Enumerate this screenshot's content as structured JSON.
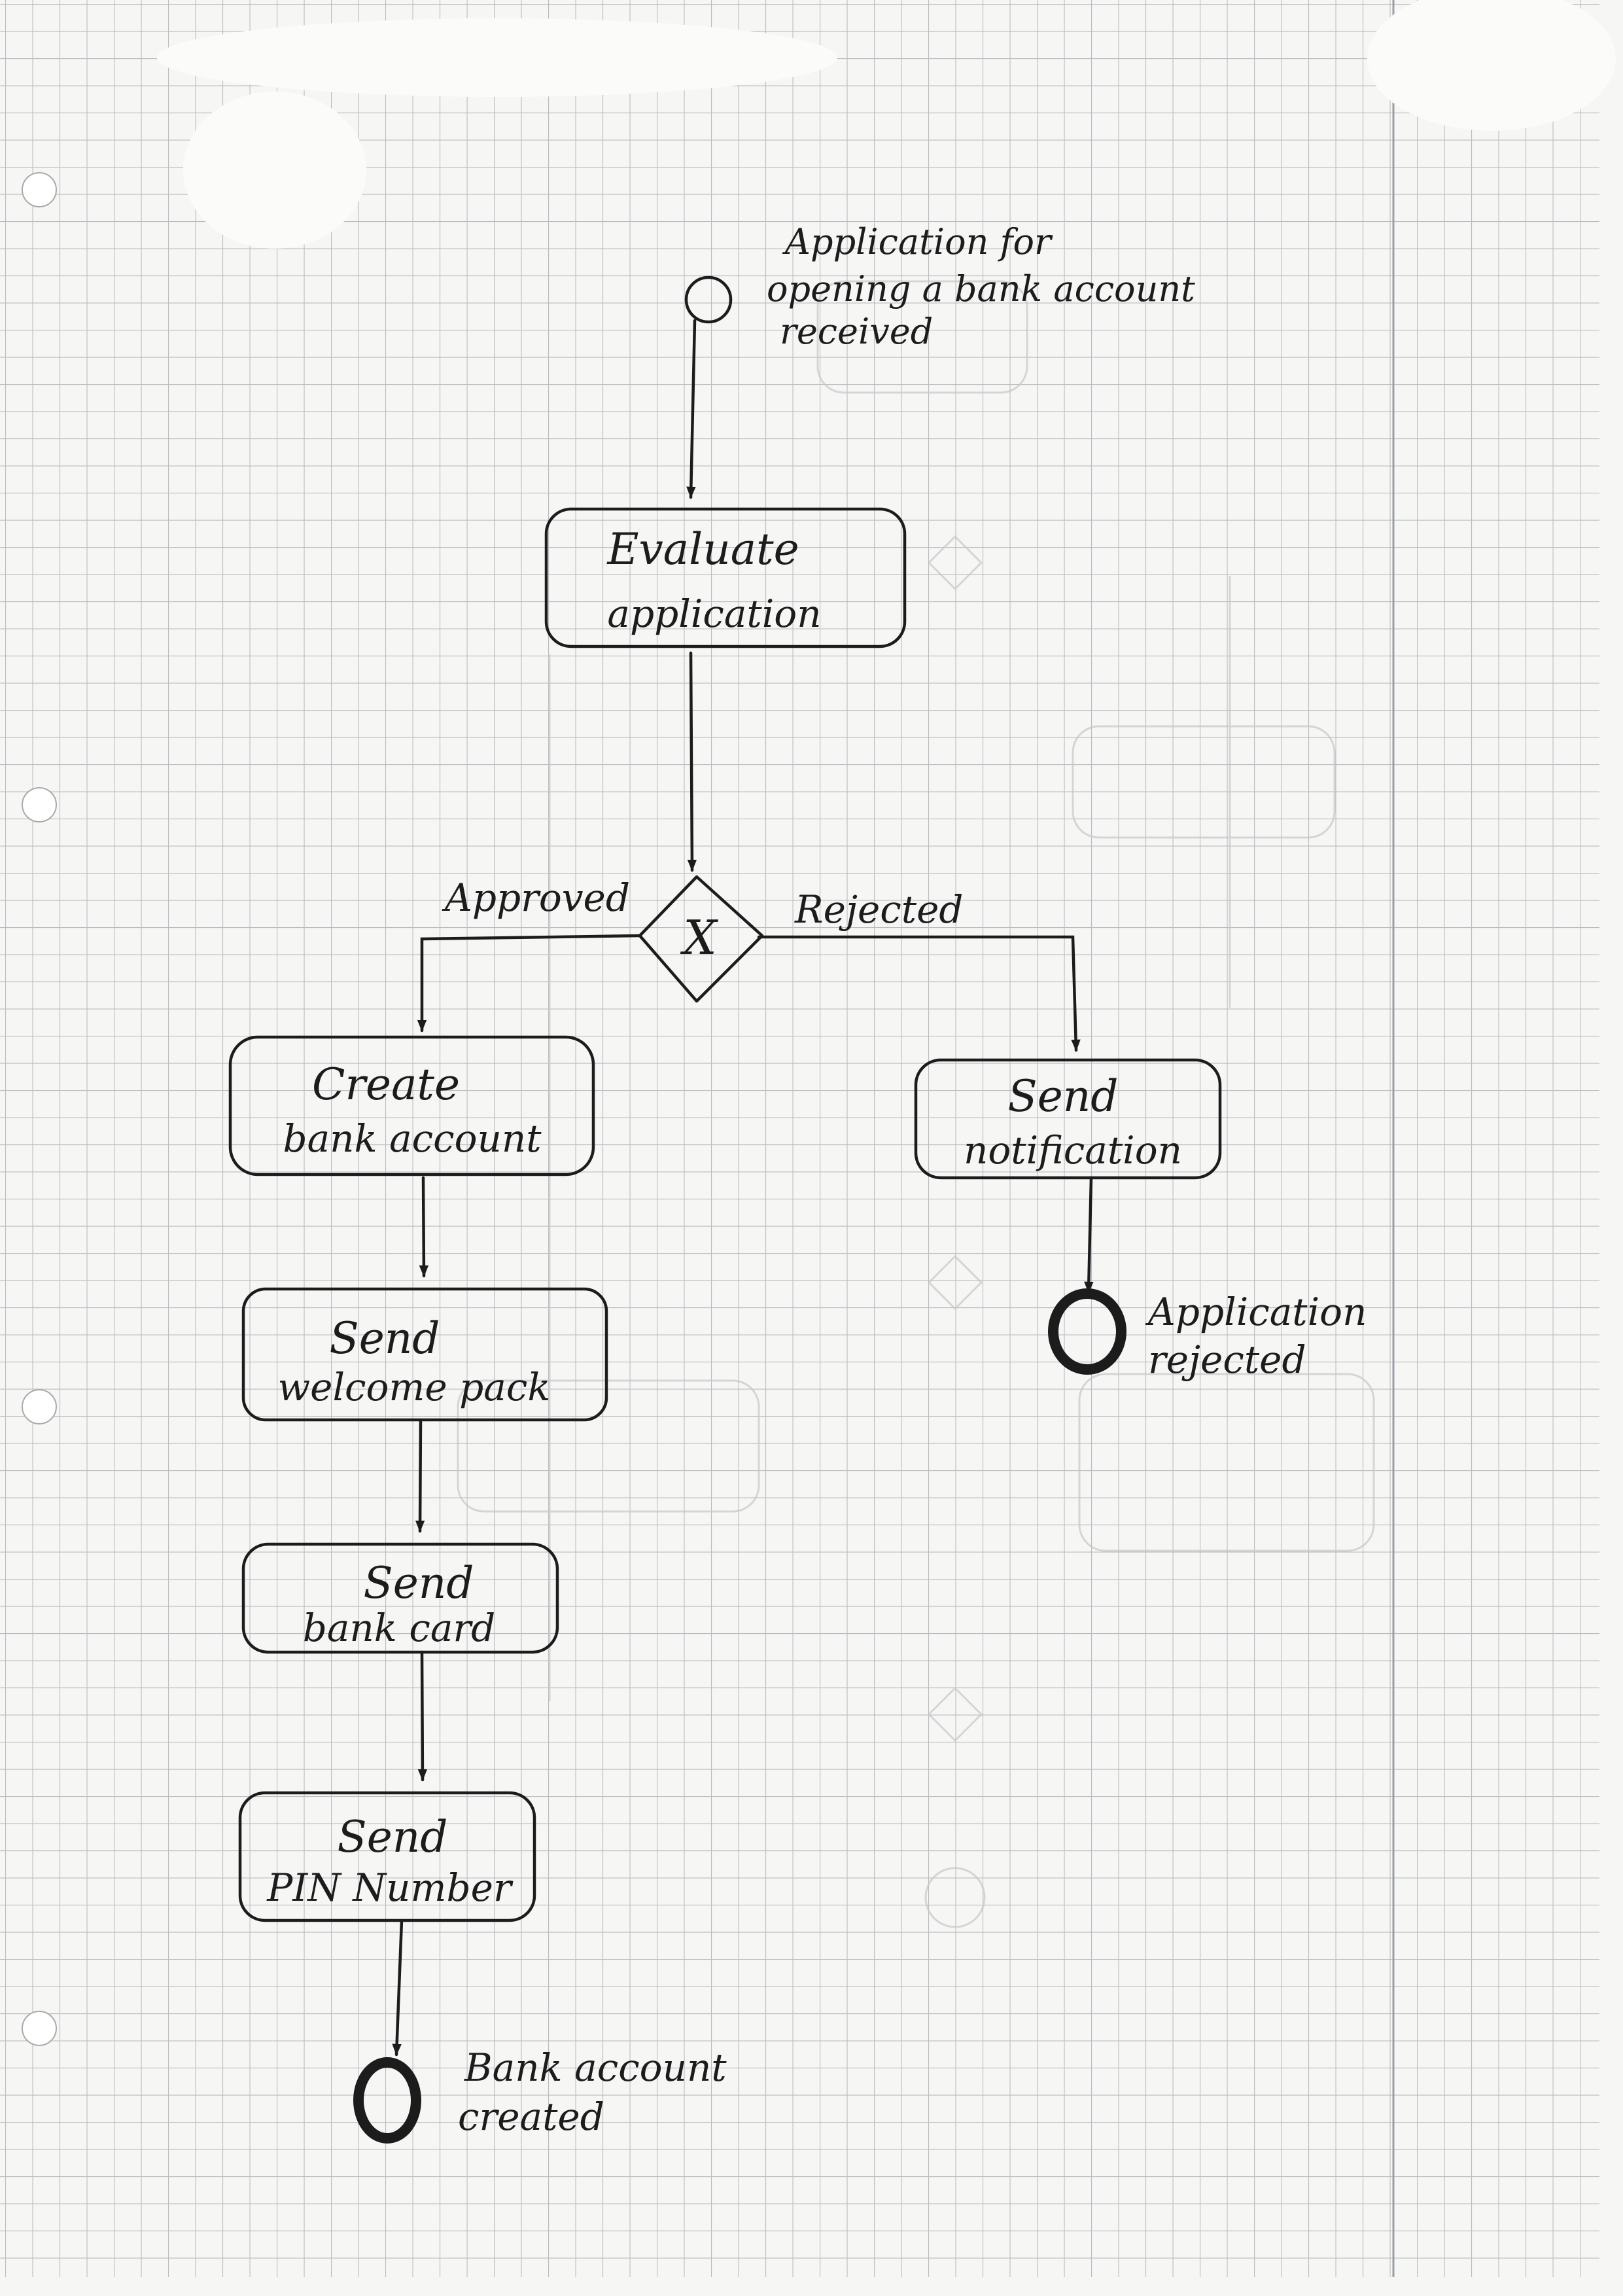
{
  "diagram": {
    "start_event": {
      "label_lines": [
        "Application  for",
        "opening  a  bank account",
        "received"
      ]
    },
    "tasks": {
      "evaluate": {
        "line1": "Evaluate",
        "line2": "application"
      },
      "create": {
        "line1": "Create",
        "line2": "bank account"
      },
      "welcome": {
        "line1": "Send",
        "line2": "welcome pack"
      },
      "card": {
        "line1": "Send",
        "line2": "bank card"
      },
      "pin": {
        "line1": "Send",
        "line2": "PIN Number"
      },
      "notify": {
        "line1": "Send",
        "line2": "notification"
      }
    },
    "gateway": {
      "symbol": "X",
      "approved_label": "Approved",
      "rejected_label": "Rejected"
    },
    "end_events": {
      "created": {
        "line1": "Bank account",
        "line2": "created"
      },
      "rejected": {
        "line1": "Application",
        "line2": "rejected"
      }
    }
  },
  "colors": {
    "paper": "#f6f6f4",
    "grid": "#b9bcc2",
    "ink": "#1c1c1c",
    "margin_line": "#9a9ea6"
  }
}
